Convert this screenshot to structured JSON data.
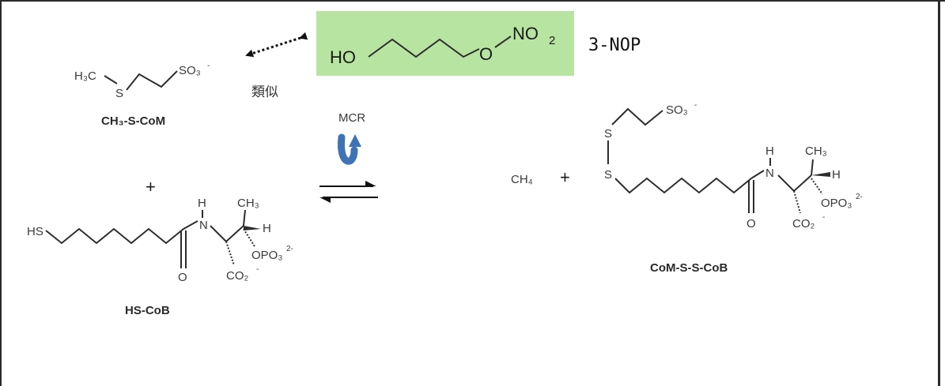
{
  "labels": {
    "nop_name": "3-NOP",
    "nop_ho": "HO",
    "nop_o": "O",
    "nop_no2": "NO",
    "nop_no2_sub": "2",
    "similar": "類似",
    "ch3scom": "CH₃-S-CoM",
    "h3c": "H₃C",
    "s": "S",
    "so3": "SO₃",
    "minus": "-",
    "enzyme": "MCR",
    "plus": "+",
    "hscob": "HS-CoB",
    "hs": "HS",
    "h": "H",
    "n": "N",
    "o": "O",
    "ch3": "CH₃",
    "opo3": "OPO₃",
    "opo3_charge": "2-",
    "co2": "CO₂",
    "ch4": "CH₄",
    "product": "CoM-S-S-CoB"
  },
  "colors": {
    "highlight": "#b7e4a1",
    "inhibit_arrow": "#3f73b6",
    "ink": "#2d2d2d"
  }
}
